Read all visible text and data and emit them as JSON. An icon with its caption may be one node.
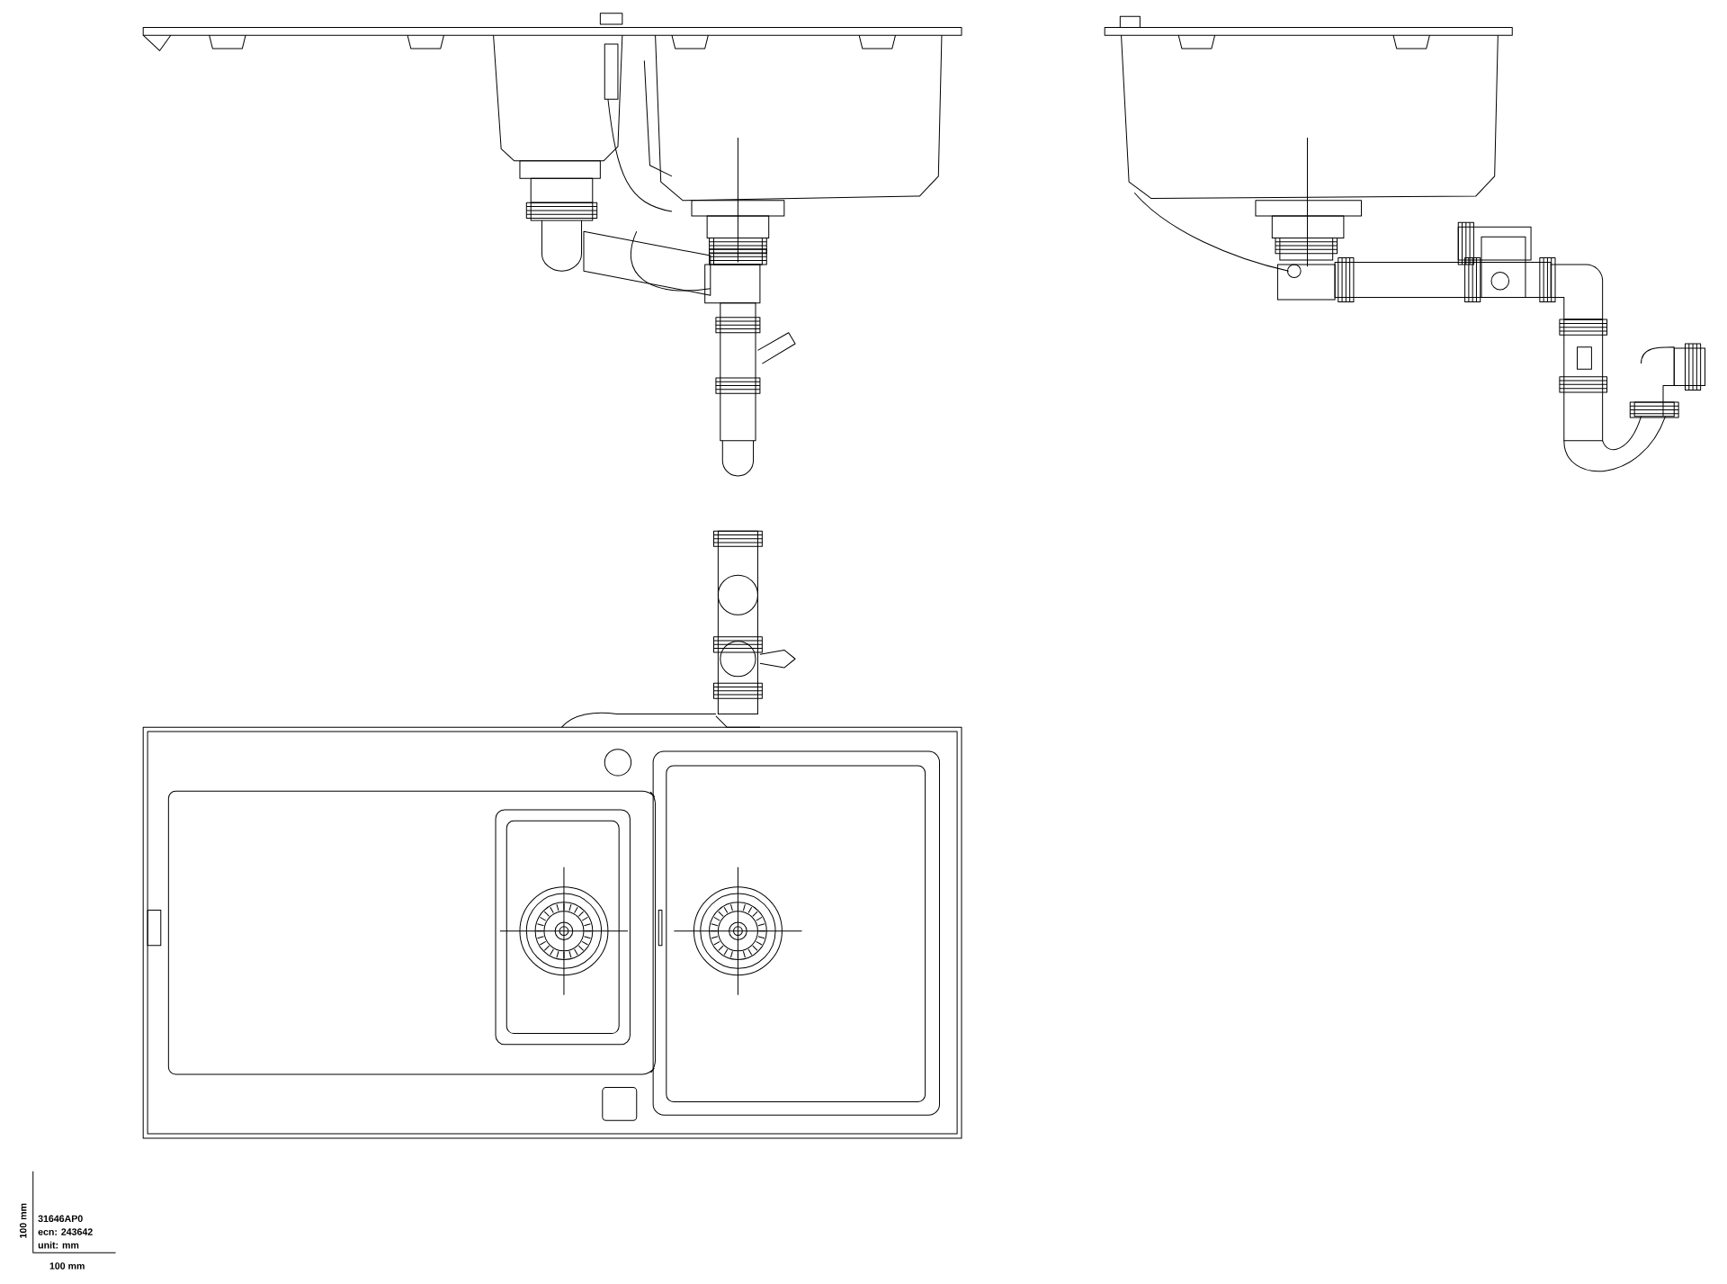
{
  "diagram": {
    "labels": [
      "100 mm",
      "31646AP0",
      "ecn: 243642",
      "unit: mm",
      "100 mm"
    ]
  }
}
